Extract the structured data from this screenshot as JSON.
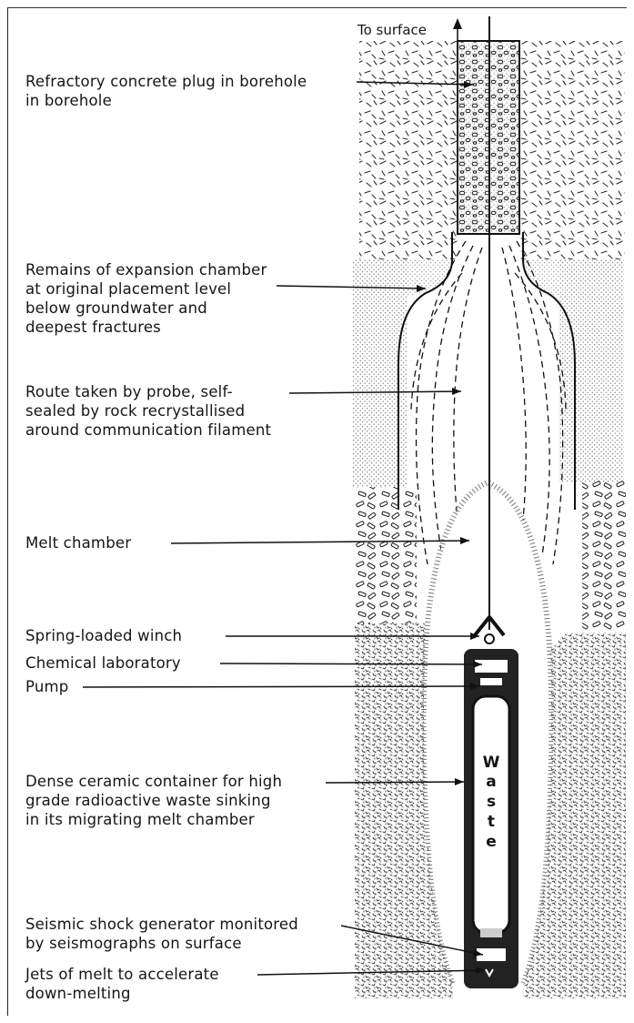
{
  "surface_label": "To surface",
  "labels": {
    "plug": "Refractory concrete plug in borehole\nin borehole",
    "expansion": "Remains of expansion chamber\nat original placement level\nbelow groundwater and\ndeepest fractures",
    "route": "Route taken by probe, self-\nsealed by rock recrystallised\naround communication filament",
    "melt": "Melt chamber",
    "winch": "Spring-loaded winch",
    "lab": "Chemical laboratory",
    "pump": "Pump",
    "container": "Dense ceramic container for high\ngrade radioactive waste sinking\nin its migrating melt chamber",
    "seismic": "Seismic shock generator monitored\nby seismographs on surface",
    "jets": "Jets of melt to accelerate\ndown-melting"
  },
  "waste_letters": [
    "W",
    "a",
    "s",
    "t",
    "e"
  ],
  "colors": {
    "ink": "#151515",
    "stipple": "#555555",
    "background": "#ffffff"
  }
}
